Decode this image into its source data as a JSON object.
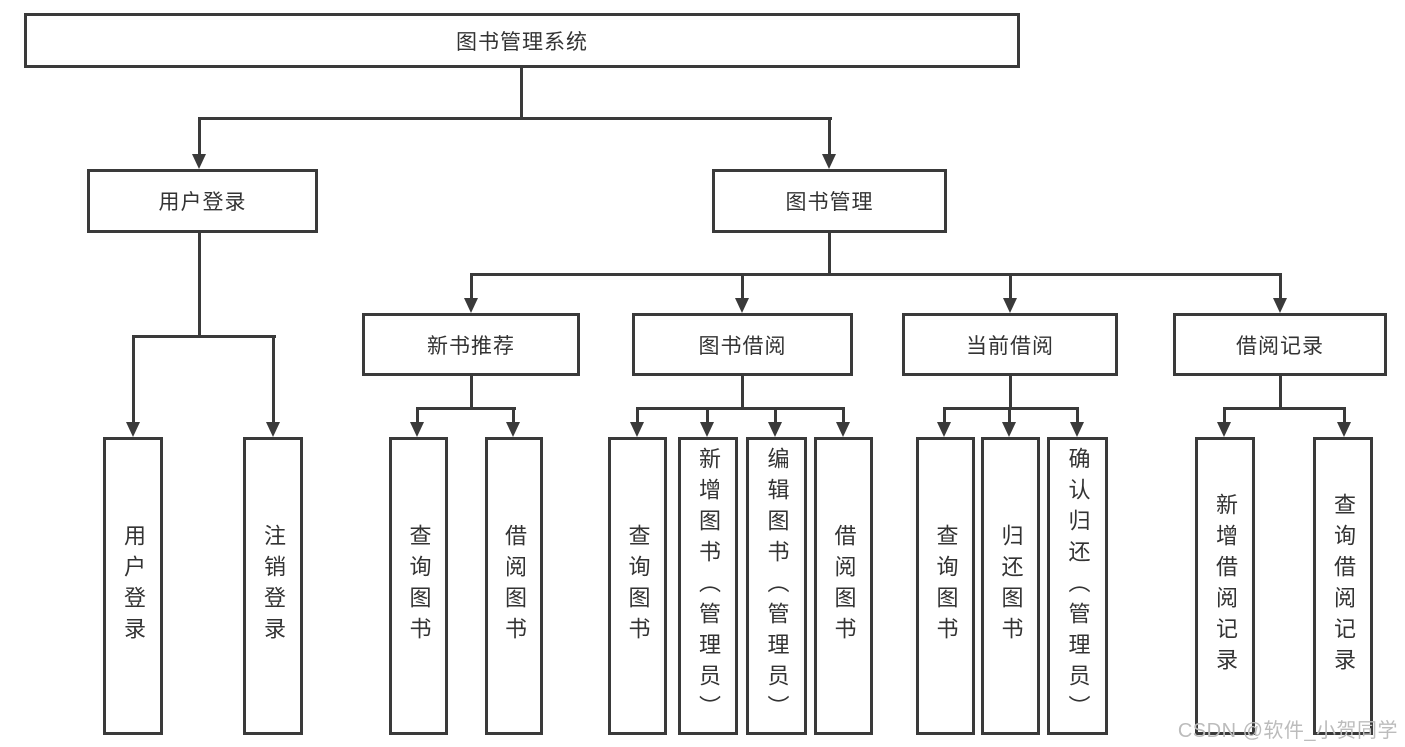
{
  "diagram": {
    "root": {
      "label": "图书管理系统"
    },
    "level2": [
      {
        "label": "用户登录"
      },
      {
        "label": "图书管理"
      }
    ],
    "level3": [
      {
        "label": "新书推荐"
      },
      {
        "label": "图书借阅"
      },
      {
        "label": "当前借阅"
      },
      {
        "label": "借阅记录"
      }
    ],
    "leaves": {
      "user_login": [
        {
          "label": "用户登录"
        },
        {
          "label": "注销登录"
        }
      ],
      "new_book_recommend": [
        {
          "label": "查询图书"
        },
        {
          "label": "借阅图书"
        }
      ],
      "book_borrow": [
        {
          "label": "查询图书"
        },
        {
          "label": "新增图书（管理员）"
        },
        {
          "label": "编辑图书（管理员）"
        },
        {
          "label": "借阅图书"
        }
      ],
      "current_borrow": [
        {
          "label": "查询图书"
        },
        {
          "label": "归还图书"
        },
        {
          "label": "确认归还（管理员）"
        }
      ],
      "borrow_records": [
        {
          "label": "新增借阅记录"
        },
        {
          "label": "查询借阅记录"
        }
      ]
    }
  },
  "watermark": {
    "text": "CSDN @软件_小贺同学"
  },
  "colors": {
    "line": "#3a3a3a",
    "text": "#333333",
    "watermark": "#bcbcbc",
    "background": "#ffffff"
  }
}
